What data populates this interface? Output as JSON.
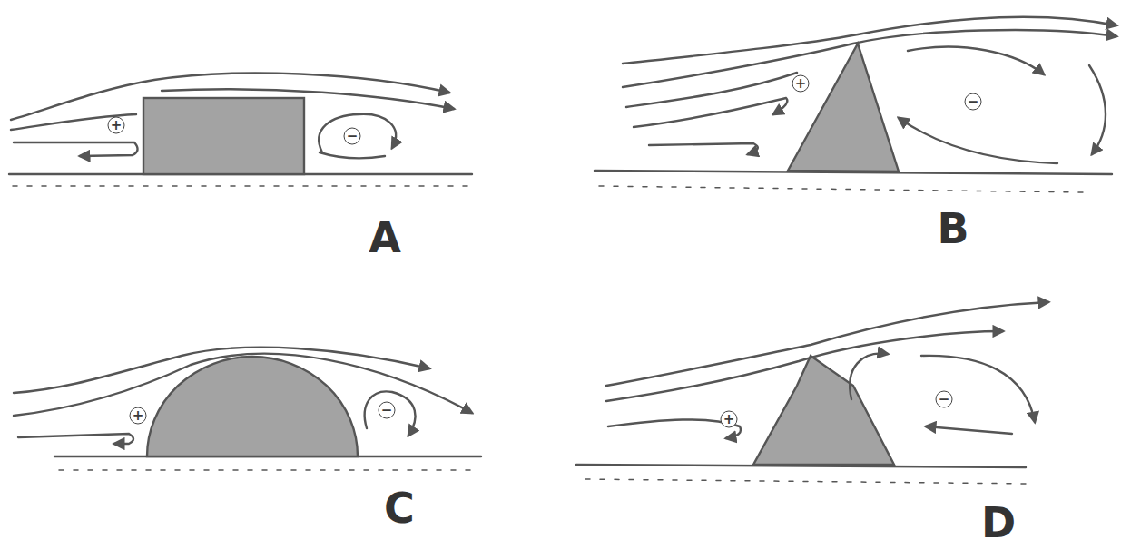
{
  "diagram": {
    "labels": [
      "+",
      "−",
      "A",
      "+",
      "−",
      "B",
      "+",
      "−",
      "C",
      "+",
      "−",
      "D"
    ]
  }
}
